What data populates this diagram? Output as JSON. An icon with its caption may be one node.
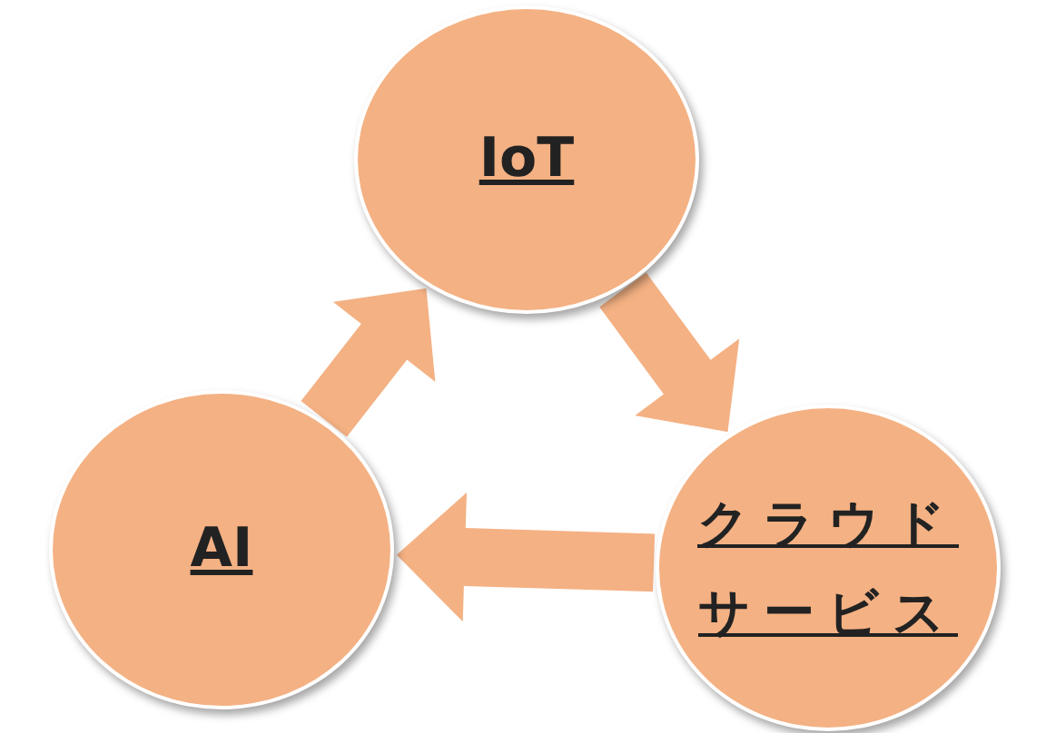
{
  "diagram": {
    "nodes": [
      {
        "text": [
          "IoT"
        ]
      },
      {
        "text": [
          "クラウドサービス"
        ]
      },
      {
        "text": [
          "AI"
        ]
      }
    ],
    "edges": [
      {
        "from": 2,
        "to": 0,
        "arrow": "to"
      },
      {
        "from": 0,
        "to": 1,
        "arrow": "to"
      },
      {
        "from": 1,
        "to": 2,
        "arrow": "to"
      }
    ]
  }
}
